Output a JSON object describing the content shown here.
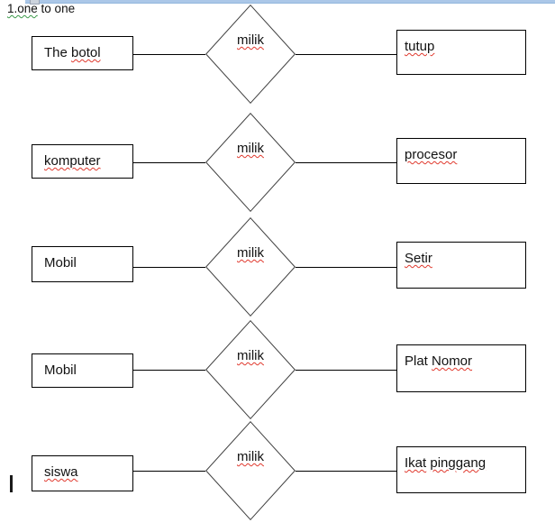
{
  "document": {
    "title": {
      "marked": "1.one",
      "rest": " to one"
    },
    "colors": {
      "spellcheck_red": "#e0392e",
      "grammar_green": "#3a9948",
      "top_strip_blue": "#abc7e8",
      "shape_outline": "#3f3f3f",
      "box_border": "#000000"
    },
    "rows": [
      {
        "left": [
          {
            "text": "The "
          },
          {
            "text": "botol",
            "misspelled": true
          }
        ],
        "relation": {
          "text": "milik",
          "misspelled": true
        },
        "right": [
          {
            "text": "tutup",
            "misspelled": true
          }
        ]
      },
      {
        "left": [
          {
            "text": "komputer",
            "misspelled": true
          }
        ],
        "relation": {
          "text": "milik",
          "misspelled": true
        },
        "right": [
          {
            "text": "procesor",
            "misspelled": true
          }
        ]
      },
      {
        "left": [
          {
            "text": "Mobil"
          }
        ],
        "relation": {
          "text": "milik",
          "misspelled": true
        },
        "right": [
          {
            "text": "Setir",
            "misspelled": true
          }
        ]
      },
      {
        "left": [
          {
            "text": "Mobil"
          }
        ],
        "relation": {
          "text": "milik",
          "misspelled": true
        },
        "right": [
          {
            "text": "Plat "
          },
          {
            "text": "Nomor",
            "misspelled": true
          }
        ]
      },
      {
        "left": [
          {
            "text": "siswa",
            "misspelled": true
          }
        ],
        "relation": {
          "text": "milik",
          "misspelled": true
        },
        "right": [
          {
            "text": "Ikat",
            "misspelled": true
          },
          {
            "text": " "
          },
          {
            "text": "pinggang",
            "misspelled": true
          }
        ]
      }
    ]
  }
}
